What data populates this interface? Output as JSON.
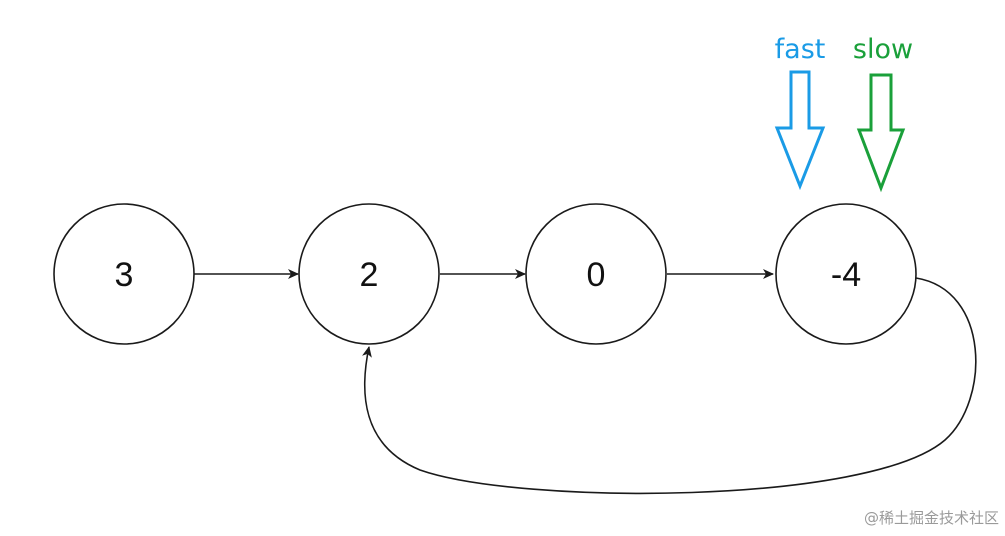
{
  "nodes": [
    {
      "id": "n1",
      "value": "3"
    },
    {
      "id": "n2",
      "value": "2"
    },
    {
      "id": "n3",
      "value": "0"
    },
    {
      "id": "n4",
      "value": "-4"
    }
  ],
  "pointers": {
    "fast": {
      "label": "fast",
      "color": "#1a9be6"
    },
    "slow": {
      "label": "slow",
      "color": "#1aa03a"
    }
  },
  "watermark": "@稀土掘金技术社区"
}
